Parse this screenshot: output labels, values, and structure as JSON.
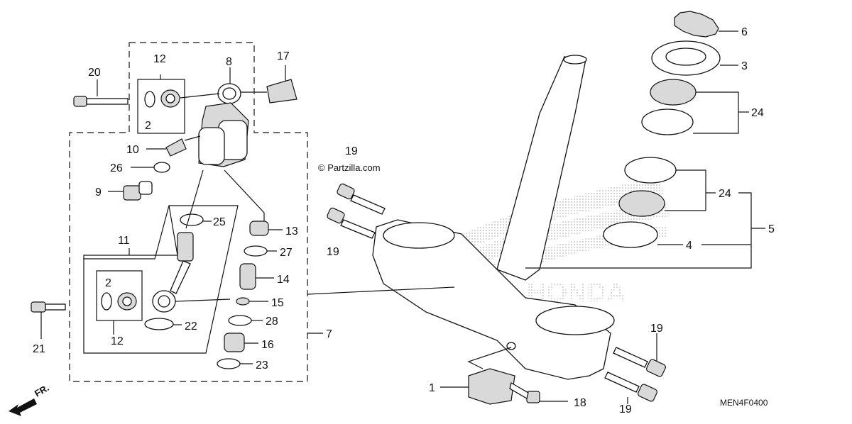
{
  "labels": {
    "n1": "1",
    "n2a": "2",
    "n2b": "2",
    "n3": "3",
    "n4": "4",
    "n5": "5",
    "n6": "6",
    "n7": "7",
    "n8": "8",
    "n9": "9",
    "n10": "10",
    "n11": "11",
    "n12a": "12",
    "n12b": "12",
    "n13": "13",
    "n14": "14",
    "n15": "15",
    "n16": "16",
    "n17": "17",
    "n18": "18",
    "n19a": "19",
    "n19b": "19",
    "n19c": "19",
    "n19d": "19",
    "n20": "20",
    "n21": "21",
    "n22": "22",
    "n23": "23",
    "n24a": "24",
    "n24b": "24",
    "n25": "25",
    "n26": "26",
    "n27": "27",
    "n28": "28"
  },
  "watermark": "© Partzilla.com",
  "brand_watermark": "HONDA",
  "diagram_code": "MEN4F0400",
  "front_arrow": "FR.",
  "colors": {
    "line": "#111111",
    "shade": "#d9d9d9",
    "dots": "#9a9a9a"
  }
}
